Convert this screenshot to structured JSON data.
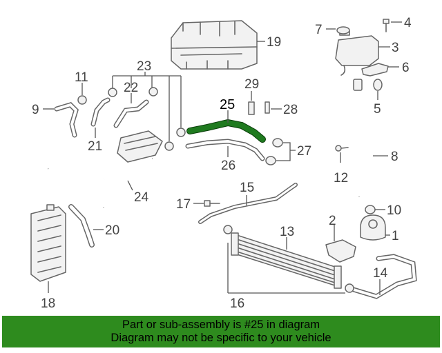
{
  "callouts": {
    "c1": "1",
    "c2": "2",
    "c3": "3",
    "c4": "4",
    "c5": "5",
    "c6": "6",
    "c7": "7",
    "c8": "8",
    "c9": "9",
    "c10": "10",
    "c11": "11",
    "c12": "12",
    "c13": "13",
    "c14": "14",
    "c15": "15",
    "c16": "16",
    "c17": "17",
    "c18": "18",
    "c19": "19",
    "c20": "20",
    "c21": "21",
    "c22": "22",
    "c23": "23",
    "c24": "24",
    "c25": "25",
    "c26": "26",
    "c27": "27",
    "c28": "28",
    "c29": "29"
  },
  "highlight_part": "25",
  "colors": {
    "banner_bg": "#2e8b1e",
    "highlight": "#1f7a1f",
    "line_art": "#666666"
  },
  "banner": {
    "line1": "Part or sub-assembly is #25 in diagram",
    "line2": "Diagram may not be specific to your vehicle"
  }
}
